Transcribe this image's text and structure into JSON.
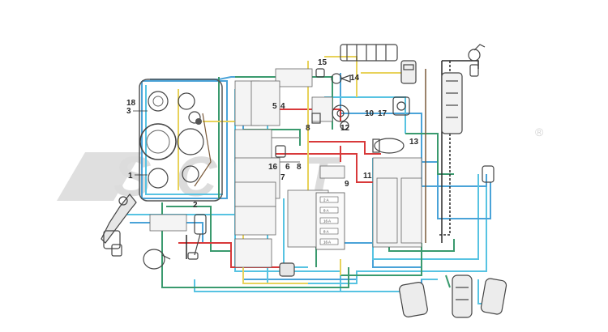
{
  "diagram": {
    "watermark": {
      "text": "SCET",
      "registered_mark": "®",
      "color": "#d9d9d9"
    },
    "callouts": [
      "1",
      "2",
      "3",
      "4",
      "5",
      "6",
      "7",
      "8",
      "9",
      "10",
      "11",
      "12",
      "13",
      "14",
      "15",
      "16",
      "17",
      "18"
    ],
    "fuse_labels": [
      "2 A",
      "8 A",
      "16 A",
      "8 A",
      "16 A"
    ],
    "wire_colors": {
      "blue": "#4aa3d8",
      "cyan": "#57c3e2",
      "green": "#3a9a6e",
      "red": "#d8393a",
      "yellow": "#e8d25a",
      "brown": "#7a5a3a",
      "black": "#2a2a2a",
      "gray": "#8a8a8a"
    }
  }
}
